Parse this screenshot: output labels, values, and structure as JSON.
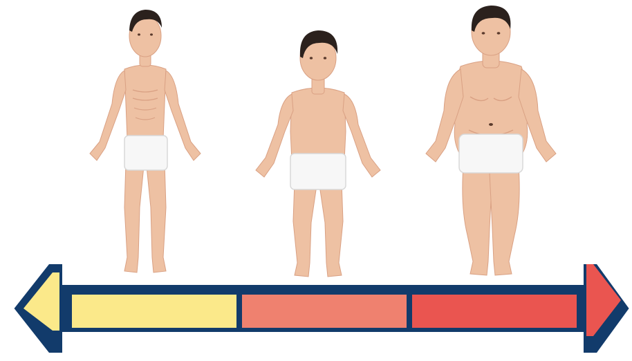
{
  "figures": [
    {
      "id": "thin",
      "icon": "underweight-body-icon"
    },
    {
      "id": "normal",
      "icon": "normal-weight-body-icon"
    },
    {
      "id": "over",
      "icon": "overweight-body-icon"
    }
  ],
  "scale": {
    "arrow_outline_color": "#123b6b",
    "left_arrow_color": "#fbe98a",
    "right_arrow_color": "#ea5550",
    "segments": [
      {
        "id": "low",
        "color": "#fbe98a"
      },
      {
        "id": "mid",
        "color": "#ef816f"
      },
      {
        "id": "high",
        "color": "#ea5550"
      }
    ]
  },
  "colors": {
    "skin": "#eec1a3",
    "skin_shadow": "#d9a083",
    "hair": "#2b211d",
    "underwear": "#f7f7f7",
    "underwear_edge": "#d8d8d8"
  }
}
